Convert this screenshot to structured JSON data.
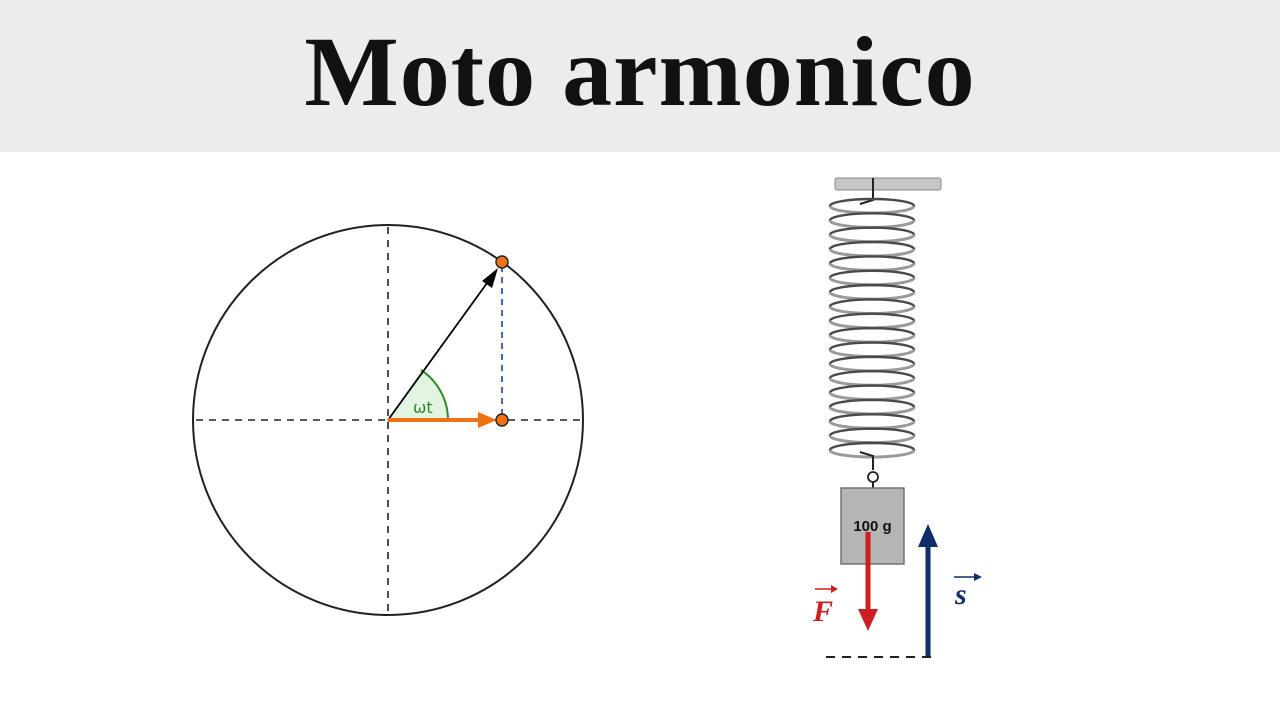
{
  "header": {
    "title": "Moto armonico"
  },
  "circle_diagram": {
    "angle_label": "ωt"
  },
  "spring_diagram": {
    "mass_label": "100 g",
    "force_label": "F",
    "displacement_label": "s"
  },
  "colors": {
    "header_bg": "#ececec",
    "title": "#111111",
    "radius_vector": "#000000",
    "projection_vector": "#f07014",
    "angle_arc": "#2e8b2e",
    "vertical_projection": "#2f58c0",
    "force_vector": "#cc1f1f",
    "displacement_vector": "#0f2e6a",
    "mass": "#b5b5b5"
  }
}
